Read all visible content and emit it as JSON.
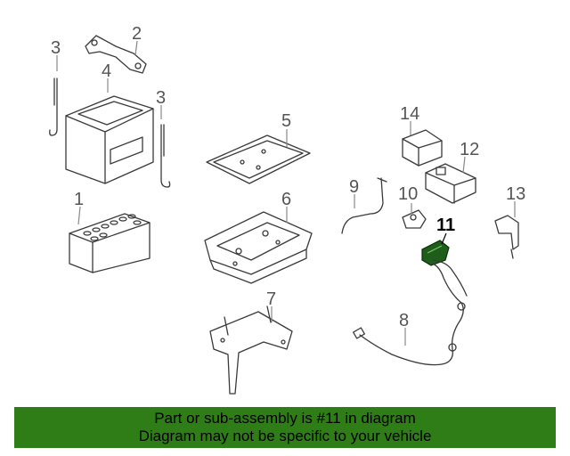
{
  "diagram": {
    "callouts": [
      {
        "id": "1",
        "label": "1"
      },
      {
        "id": "2",
        "label": "2"
      },
      {
        "id": "3a",
        "label": "3"
      },
      {
        "id": "3b",
        "label": "3"
      },
      {
        "id": "4",
        "label": "4"
      },
      {
        "id": "5",
        "label": "5"
      },
      {
        "id": "6",
        "label": "6"
      },
      {
        "id": "7",
        "label": "7"
      },
      {
        "id": "8",
        "label": "8"
      },
      {
        "id": "9",
        "label": "9"
      },
      {
        "id": "10",
        "label": "10"
      },
      {
        "id": "11",
        "label": "11"
      },
      {
        "id": "12",
        "label": "12"
      },
      {
        "id": "13",
        "label": "13"
      },
      {
        "id": "14",
        "label": "14"
      }
    ],
    "highlight_color": "#1f5e1a"
  },
  "banner": {
    "line1": "Part or sub-assembly is #11 in diagram",
    "line2": "Diagram may not be specific to your vehicle",
    "bg_color": "#2e7d16"
  }
}
